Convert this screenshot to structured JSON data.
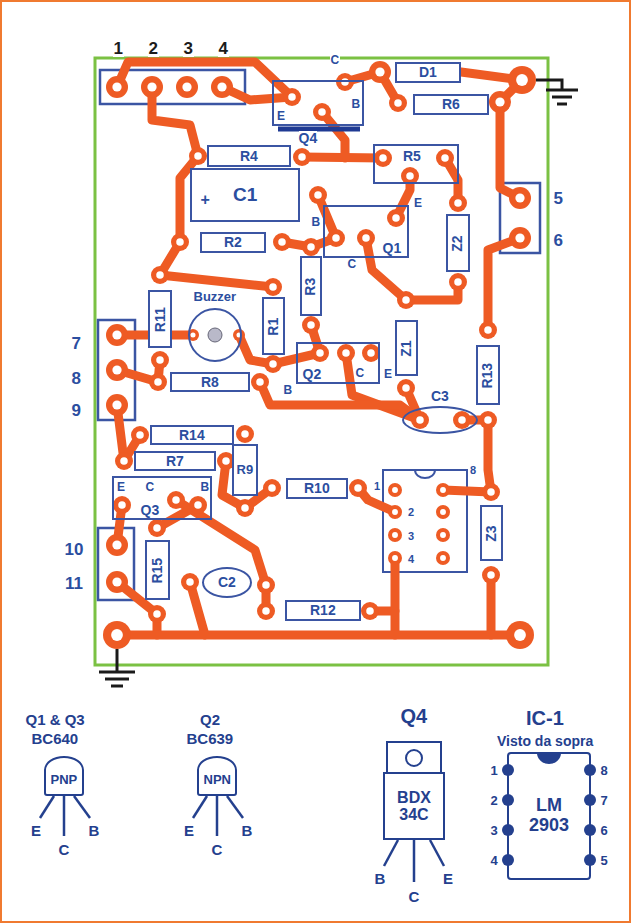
{
  "diagram": {
    "nodes": [
      {
        "text": [
          "D1"
        ]
      },
      {
        "text": [
          "R6"
        ]
      },
      {
        "text": [
          "Q4"
        ]
      },
      {
        "text": [
          "R4"
        ]
      },
      {
        "text": [
          "R5"
        ]
      },
      {
        "text": [
          "C1"
        ]
      },
      {
        "text": [
          "Q1"
        ]
      },
      {
        "text": [
          "R2"
        ]
      },
      {
        "text": [
          "Z2"
        ]
      },
      {
        "text": [
          "R3"
        ]
      },
      {
        "text": [
          "R11"
        ]
      },
      {
        "text": [
          "Buzzer"
        ]
      },
      {
        "text": [
          "R1"
        ]
      },
      {
        "text": [
          "Z1"
        ]
      },
      {
        "text": [
          "Q2"
        ]
      },
      {
        "text": [
          "R8"
        ]
      },
      {
        "text": [
          "R13"
        ]
      },
      {
        "text": [
          "C3"
        ]
      },
      {
        "text": [
          "R14"
        ]
      },
      {
        "text": [
          "R7"
        ]
      },
      {
        "text": [
          "R9"
        ]
      },
      {
        "text": [
          "Q3"
        ]
      },
      {
        "text": [
          "R10"
        ]
      },
      {
        "text": [
          "Z3"
        ]
      },
      {
        "text": [
          "R15"
        ]
      },
      {
        "text": [
          "C2"
        ]
      },
      {
        "text": [
          "R12"
        ]
      },
      {
        "text": [
          "Q1 & Q3",
          "BC640",
          "PNP"
        ]
      },
      {
        "text": [
          "Q2",
          "BC639",
          "NPN"
        ]
      },
      {
        "text": [
          "Q4",
          "BDX 34C"
        ]
      },
      {
        "text": [
          "IC-1",
          "Visto da sopra",
          "LM 2903"
        ]
      }
    ],
    "labels": [
      "1",
      "2",
      "3",
      "4",
      "C",
      "E",
      "B",
      "+",
      "B",
      "E",
      "C",
      "5",
      "6",
      "7",
      "8",
      "9",
      "B",
      "C",
      "E",
      "E",
      "C",
      "B",
      "1",
      "2",
      "3",
      "4",
      "8",
      "10",
      "11",
      "E",
      "C",
      "B",
      "E",
      "C",
      "B",
      "B",
      "C",
      "E",
      "1",
      "8",
      "2",
      "7",
      "3",
      "6",
      "4",
      "5"
    ]
  }
}
